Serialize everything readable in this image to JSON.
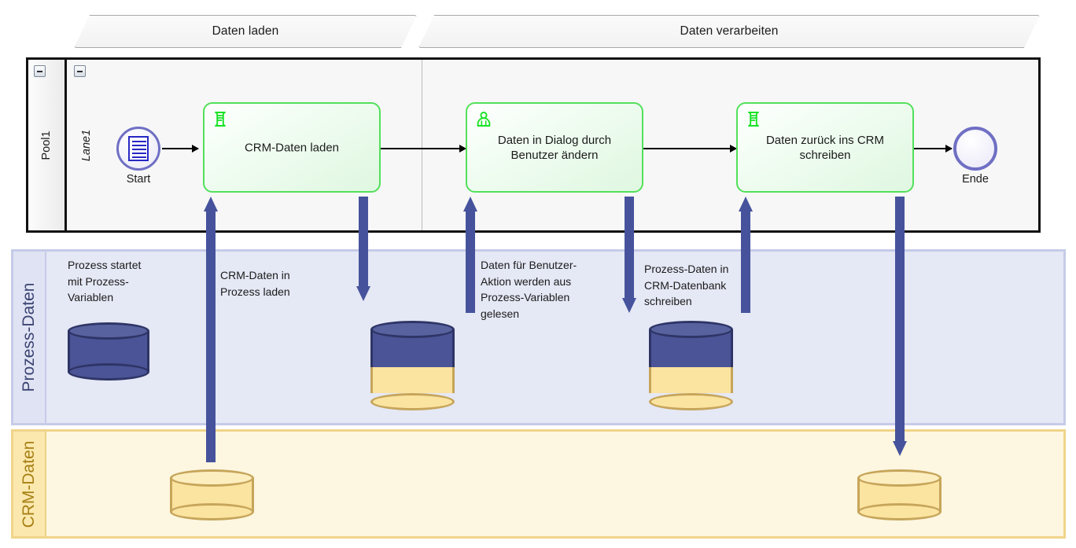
{
  "phases": [
    {
      "label": "Daten laden"
    },
    {
      "label": "Daten verarbeiten"
    }
  ],
  "pool": {
    "label": "Pool1",
    "lane_label": "Lane1",
    "collapse_icon": "minus-icon"
  },
  "events": {
    "start": {
      "label": "Start",
      "icon": "message-form-icon"
    },
    "end": {
      "label": "Ende",
      "icon": "end-event-icon"
    }
  },
  "tasks": [
    {
      "label": "CRM-Daten laden",
      "icon": "script-task-icon"
    },
    {
      "label": "Daten in Dialog durch\nBenutzer ändern",
      "icon": "user-task-icon"
    },
    {
      "label": "Daten zurück ins CRM\nschreiben",
      "icon": "script-task-icon"
    }
  ],
  "bands": [
    {
      "label": "Prozess-Daten",
      "color": "#e5e8f5"
    },
    {
      "label": "CRM-Daten",
      "color": "#fdf6e0"
    }
  ],
  "notes": [
    {
      "text": "Prozess startet\nmit Prozess-\nVariablen"
    },
    {
      "text": "CRM-Daten in\nProzess laden"
    },
    {
      "text": "Daten für Benutzer-\nAktion werden aus\nProzess-Variablen\ngelesen"
    },
    {
      "text": "Prozess-Daten in\nCRM-Datenbank\nschreiben"
    }
  ],
  "flows": {
    "arrow_color": "#46539c",
    "directions": [
      "up",
      "down",
      "up",
      "down",
      "up",
      "down"
    ]
  },
  "datastores": [
    {
      "name": "process-variables-store",
      "fill": "#4a5496",
      "top_fill": "#4a5496",
      "bottom_fill": "#4a5496"
    },
    {
      "name": "mixed-store-1",
      "top_fill": "#4a5496",
      "bottom_fill": "#fbe3a0"
    },
    {
      "name": "mixed-store-2",
      "top_fill": "#4a5496",
      "bottom_fill": "#fbe3a0"
    },
    {
      "name": "crm-store-left",
      "top_fill": "#fbe3a0",
      "bottom_fill": "#fbe3a0"
    },
    {
      "name": "crm-store-right",
      "top_fill": "#fbe3a0",
      "bottom_fill": "#fbe3a0"
    }
  ],
  "colors": {
    "task_border": "#52e05a",
    "event_border": "#6f6fc4",
    "arrow": "#46539c",
    "process_band": "#e5e8f5",
    "crm_band": "#fdf6e0"
  }
}
